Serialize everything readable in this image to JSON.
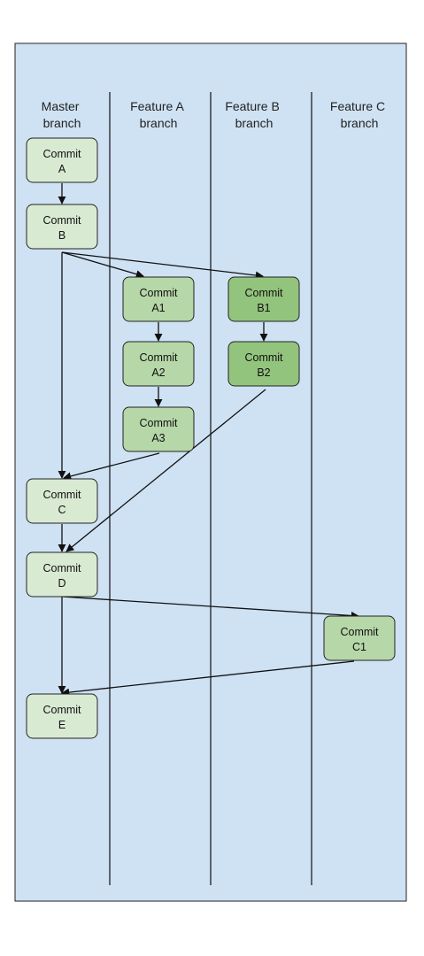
{
  "lanes": [
    {
      "id": "master",
      "title_line1": "Master",
      "title_line2": "branch"
    },
    {
      "id": "featA",
      "title_line1": "Feature A",
      "title_line2": "branch"
    },
    {
      "id": "featB",
      "title_line1": "Feature B",
      "title_line2": "branch"
    },
    {
      "id": "featC",
      "title_line1": "Feature C",
      "title_line2": "branch"
    }
  ],
  "nodes": [
    {
      "id": "A",
      "lane": "master",
      "line1": "Commit",
      "line2": "A"
    },
    {
      "id": "B",
      "lane": "master",
      "line1": "Commit",
      "line2": "B"
    },
    {
      "id": "C",
      "lane": "master",
      "line1": "Commit",
      "line2": "C"
    },
    {
      "id": "D",
      "lane": "master",
      "line1": "Commit",
      "line2": "D"
    },
    {
      "id": "E",
      "lane": "master",
      "line1": "Commit",
      "line2": "E"
    },
    {
      "id": "A1",
      "lane": "featA",
      "line1": "Commit",
      "line2": "A1"
    },
    {
      "id": "A2",
      "lane": "featA",
      "line1": "Commit",
      "line2": "A2"
    },
    {
      "id": "A3",
      "lane": "featA",
      "line1": "Commit",
      "line2": "A3"
    },
    {
      "id": "B1",
      "lane": "featB",
      "line1": "Commit",
      "line2": "B1"
    },
    {
      "id": "B2",
      "lane": "featB",
      "line1": "Commit",
      "line2": "B2"
    },
    {
      "id": "C1",
      "lane": "featC",
      "line1": "Commit",
      "line2": "C1"
    }
  ],
  "edges": [
    {
      "from": "A",
      "to": "B"
    },
    {
      "from": "B",
      "to": "A1"
    },
    {
      "from": "B",
      "to": "B1"
    },
    {
      "from": "B",
      "to": "C"
    },
    {
      "from": "A1",
      "to": "A2"
    },
    {
      "from": "A2",
      "to": "A3"
    },
    {
      "from": "B1",
      "to": "B2"
    },
    {
      "from": "A3",
      "to": "C"
    },
    {
      "from": "C",
      "to": "D"
    },
    {
      "from": "B2",
      "to": "D"
    },
    {
      "from": "D",
      "to": "C1"
    },
    {
      "from": "D",
      "to": "E"
    },
    {
      "from": "C1",
      "to": "E"
    }
  ],
  "colors": {
    "canvas_bg": "#cfe2f3",
    "canvas_border": "#222222",
    "lane_divider": "#111111",
    "node_stroke": "#222222",
    "master_fill": "#d9ead3",
    "featA_fill": "#b6d7a8",
    "featB_fill": "#93c47d",
    "featC_fill": "#b6d7a8",
    "edge": "#111111"
  }
}
